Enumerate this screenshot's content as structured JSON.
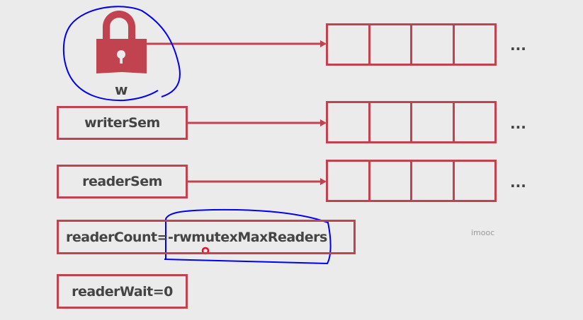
{
  "lock": {
    "label": "w"
  },
  "boxes": {
    "writer_sem": "writerSem",
    "reader_sem": "readerSem",
    "reader_count": "readerCount=-rwmutexMaxReaders",
    "reader_wait": "readerWait=0"
  },
  "queues": {
    "ellipsis": "..."
  },
  "watermark": "imooc",
  "colors": {
    "accent": "#c0434f",
    "annotation": "#0000ee",
    "background": "#ebebeb"
  }
}
